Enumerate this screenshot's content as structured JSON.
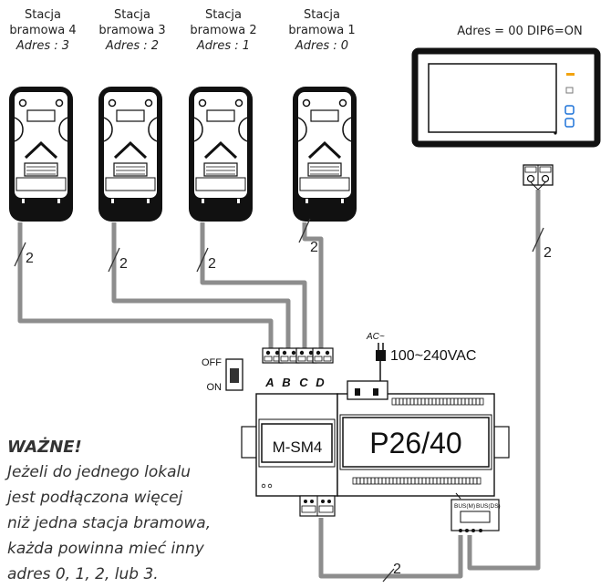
{
  "stations": [
    {
      "name": "Stacja\nbramowa 4",
      "address": "Adres : 3"
    },
    {
      "name": "Stacja\nbramowa 3",
      "address": "Adres : 2"
    },
    {
      "name": "Stacja\nbramowa 2",
      "address": "Adres : 1"
    },
    {
      "name": "Stacja\nbramowa 1",
      "address": "Adres : 0"
    }
  ],
  "monitor": {
    "address_label": "Adres = 00 DIP6=ON"
  },
  "wire_count_label": "2",
  "module": {
    "name": "M-SM4",
    "inputs": [
      "A",
      "B",
      "C",
      "D"
    ],
    "switch_off": "OFF",
    "switch_on": "ON"
  },
  "power_supply": {
    "name": "P26/40",
    "ac_label": "AC~",
    "voltage": "100~240VAC",
    "bus_m": "BUS(M)",
    "bus_ds": "BUS(DS)"
  },
  "note": {
    "title": "WAŻNE!",
    "lines": [
      "Jeżeli do jednego lokalu",
      "jest podłączona więcej",
      "niż jedna stacja bramowa,",
      "każda powinna mieć inny",
      "adres 0, 1, 2, lub 3."
    ]
  }
}
